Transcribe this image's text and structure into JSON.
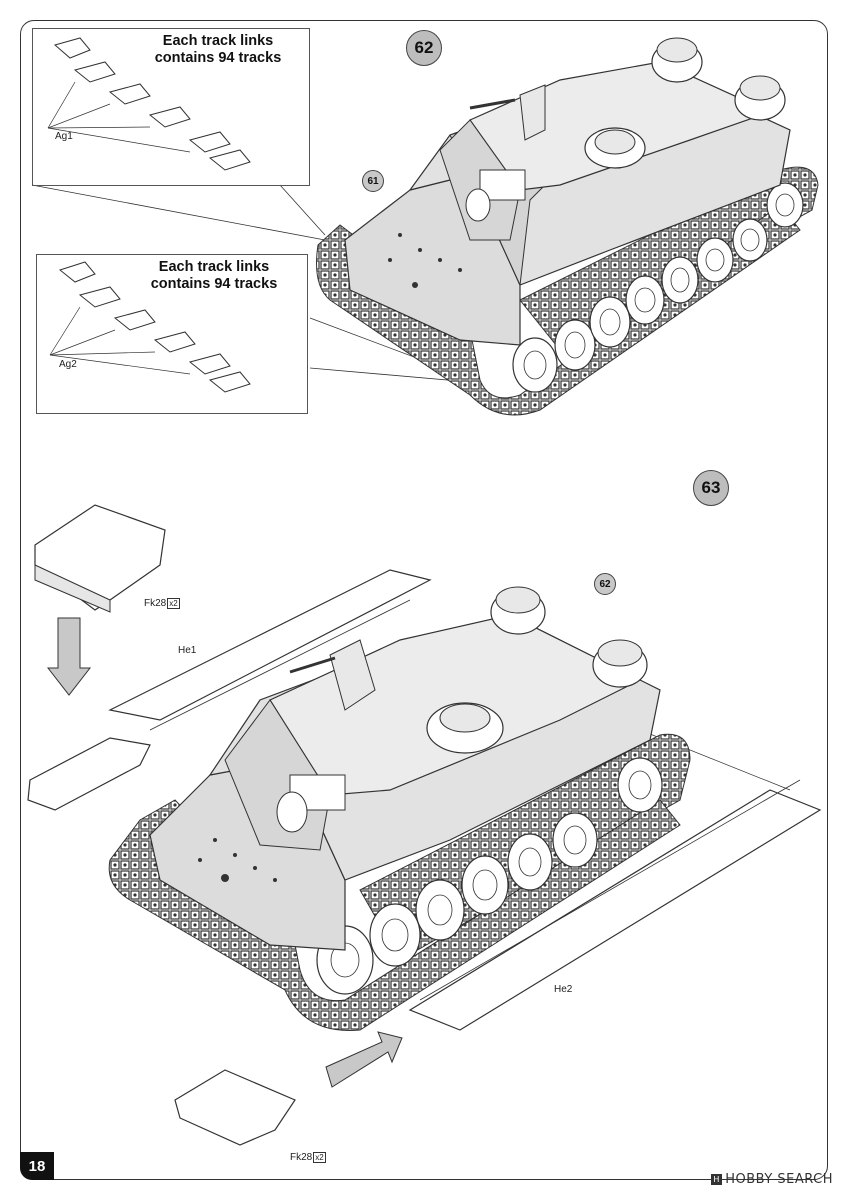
{
  "callouts": [
    {
      "title": "Each track links\ncontains 94 tracks",
      "part": "Ag1"
    },
    {
      "title": "Each track links\ncontains 94 tracks",
      "part": "Ag2"
    }
  ],
  "steps": {
    "step_a": "62",
    "step_b": "63"
  },
  "refs": {
    "ref_a": "61",
    "ref_b": "62"
  },
  "parts": {
    "fk_top": "Fk28",
    "fk_top_qty": "x2",
    "fk_bottom": "Fk28",
    "fk_bottom_qty": "x2",
    "he1": "He1",
    "he2": "He2"
  },
  "page_number": "18",
  "watermark": {
    "text": "HOBBY SEARCH",
    "logo_letter": "H"
  },
  "colors": {
    "hull_fill": "#dcdcdc",
    "line": "#333333",
    "arrow_fill": "#c8c8c8",
    "step_circle": "#bdbdbd"
  }
}
